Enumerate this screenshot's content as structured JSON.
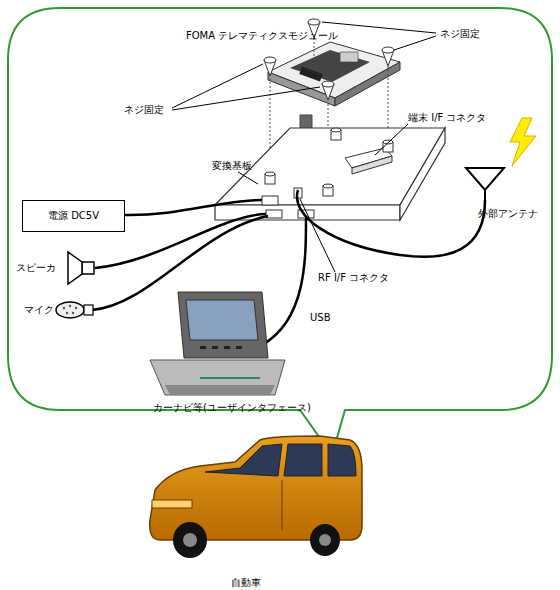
{
  "diagram": {
    "nodes": [
      {
        "text": [
          "電源 DC5V"
        ]
      }
    ],
    "labels": [
      "FOMA テレマティクスモジュール",
      "ネジ固定",
      "ネジ固定",
      "端末 I/F コネクタ",
      "変換基板",
      "外部アンテナ",
      "スピーカ",
      "マイク",
      "RF I/F コネクタ",
      "USB",
      "カーナビ等(ユーザインタフェース)",
      "自動車"
    ]
  }
}
